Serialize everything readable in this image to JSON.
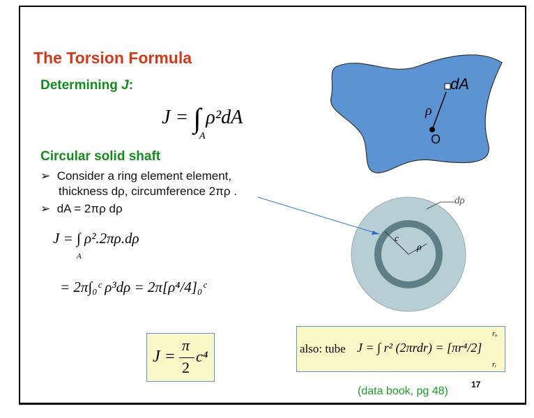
{
  "title": "The Torsion Formula",
  "heading1_pre": "Determining ",
  "heading1_var": "J",
  "heading1_post": ":",
  "formula1": {
    "lhs": "J =",
    "integrand": "ρ²dA",
    "sub": "A"
  },
  "heading2": "Circular solid shaft",
  "bullets": [
    "Consider a ring element element,",
    "thickness dρ, circumference 2πρ .",
    "dA = 2πρ dρ"
  ],
  "formula2": {
    "line1": "J = ∫ ρ².2πρ.dρ",
    "line1_sub": "A",
    "line2": "= 2π∫₀ᶜ ρ³dρ = 2π[ρ⁴/4]₀ᶜ"
  },
  "boxed": {
    "lhs": "J =",
    "num": "π",
    "den": "2",
    "rhs": "c⁴"
  },
  "tube": {
    "label": "also: tube",
    "formula": "J = ∫ r² (2πrdr) = [πr⁴/2]",
    "upper": "rₒ",
    "lower": "rᵢ"
  },
  "shape_labels": {
    "dA": "dA",
    "rho": "ρ",
    "origin": "O"
  },
  "ring_labels": {
    "drho": "dρ",
    "c": "c",
    "rho": "ρ"
  },
  "footnote": "(data book, pg 48)",
  "page_number": "17"
}
